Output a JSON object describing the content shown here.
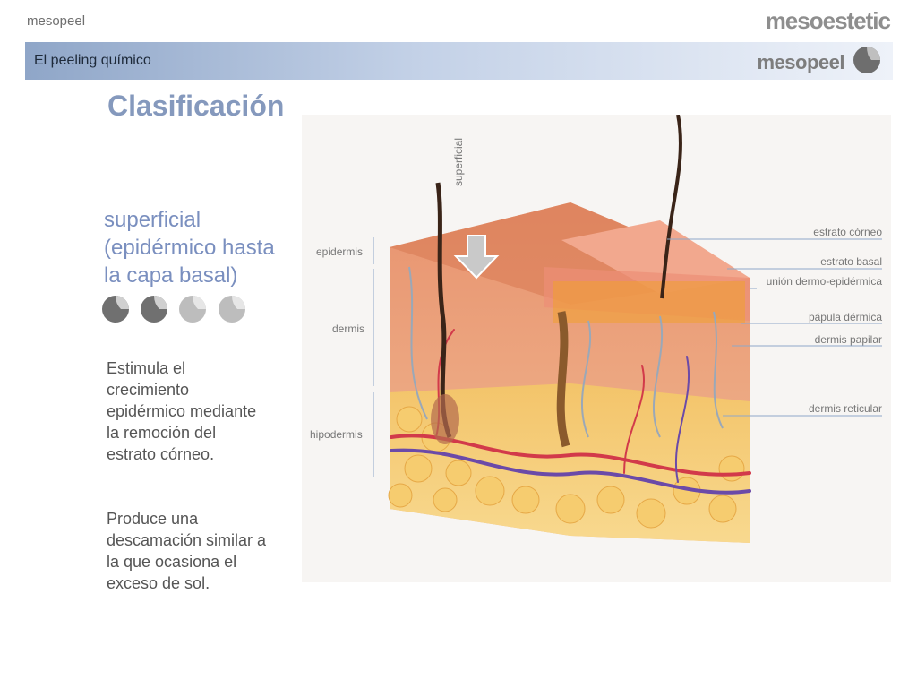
{
  "header": {
    "brand_left": "mesopeel",
    "brand_right": "mesoestetic"
  },
  "banner": {
    "title": "El peeling químico",
    "logo_text": "mesopeel"
  },
  "main": {
    "heading": "Clasificación",
    "subheading": "superficial (epidérmico hasta la capa basal)",
    "depth_indicator": {
      "filled": 2,
      "total": 4
    },
    "paragraph_1": "Estimula el crecimiento epidérmico mediante la remoción del estrato córneo.",
    "paragraph_2": "Produce una descamación similar a la que ocasiona el exceso de sol."
  },
  "diagram": {
    "arrow_label": "superficial",
    "left_labels": {
      "epidermis": "epidermis",
      "dermis": "dermis",
      "hipodermis": "hipodermis"
    },
    "right_labels": {
      "estrato_corneo": "estrato córneo",
      "estrato_basal": "estrato basal",
      "union": "unión dermo-epidérmica",
      "papula": "pápula dérmica",
      "dermis_papilar": "dermis papilar",
      "dermis_reticular": "dermis reticular"
    },
    "colors": {
      "skin": "#e9a27a",
      "epidermis": "#e8957e",
      "fat": "#f4c15c",
      "vein": "#6b4aa8",
      "artery": "#d23a4a",
      "nerve": "#9aa8b8",
      "hair": "#3a2418"
    }
  }
}
